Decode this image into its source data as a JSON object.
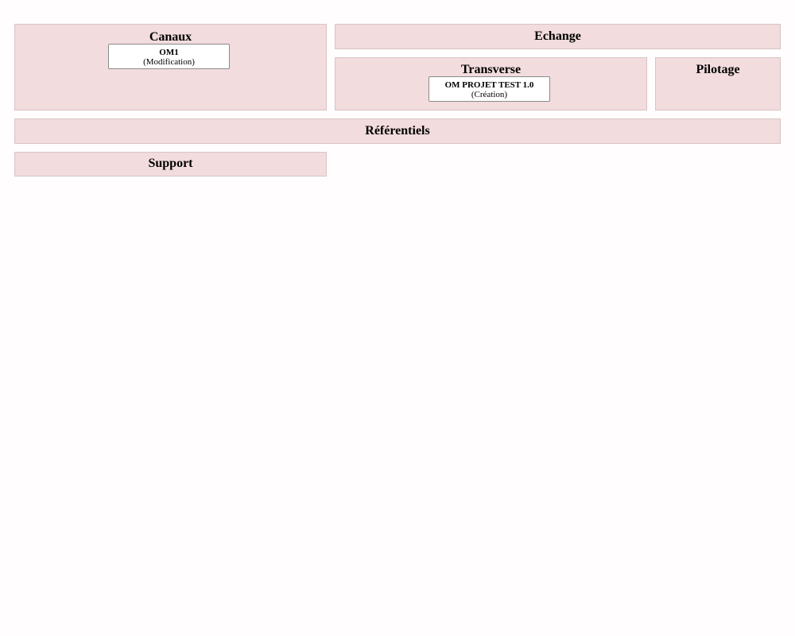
{
  "zones": {
    "canaux": {
      "title": "Canaux",
      "apps": [
        {
          "name": "OM1",
          "status": "(Modification)"
        }
      ]
    },
    "echange": {
      "title": "Echange"
    },
    "transverse": {
      "title": "Transverse",
      "apps": [
        {
          "name": "OM PROJET TEST 1.0",
          "status": "(Création)"
        }
      ]
    },
    "pilotage": {
      "title": "Pilotage"
    },
    "referentiels": {
      "title": "Référentiels"
    },
    "support": {
      "title": "Support"
    }
  },
  "colors": {
    "zone_fill": "#f2dcdd",
    "zone_border": "#d9c4c5",
    "app_fill": "#ffffff",
    "app_border": "#8a8a8a"
  }
}
